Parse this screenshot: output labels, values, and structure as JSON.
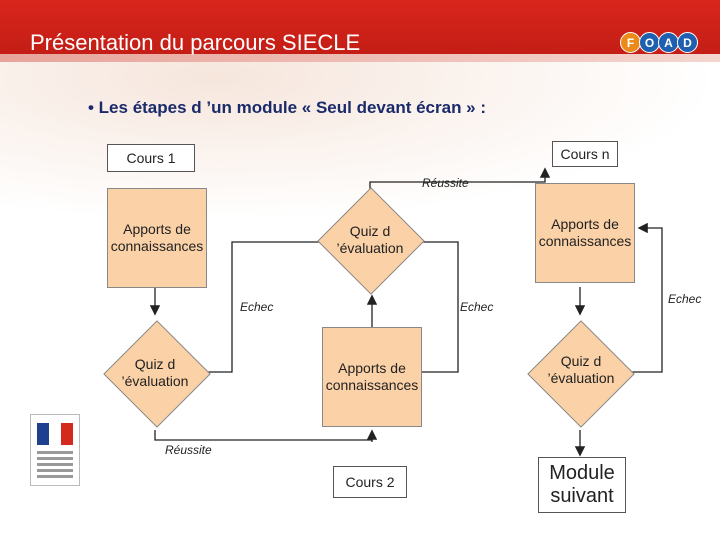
{
  "header": {
    "title": "Présentation du parcours SIECLE",
    "logo_letters": [
      "F",
      "O",
      "A",
      "D"
    ],
    "colors": {
      "header": "#d9251c",
      "node_fill": "#fbd1a7",
      "text": "#1a2a6a"
    }
  },
  "subtitle": "• Les étapes d ’un module « Seul devant écran » :",
  "nodes": {
    "cours1": "Cours 1",
    "coursn": "Cours n",
    "apports1": "Apports de connaissances",
    "quiz1": "Quiz d ’évaluation",
    "apports_n": "Apports de connaissances",
    "quiz_left": "Quiz d ’évaluation",
    "apports_mid": "Apports de connaissances",
    "quiz_right": "Quiz d ’évaluation",
    "cours2": "Cours 2",
    "module_suivant": "Module suivant"
  },
  "labels": {
    "reussite_top": "Réussite",
    "echec_left": "Echec",
    "echec_mid": "Echec",
    "echec_right": "Echec",
    "reussite_bottom": "Réussite"
  },
  "seal_icon": "ministry-seal-icon"
}
